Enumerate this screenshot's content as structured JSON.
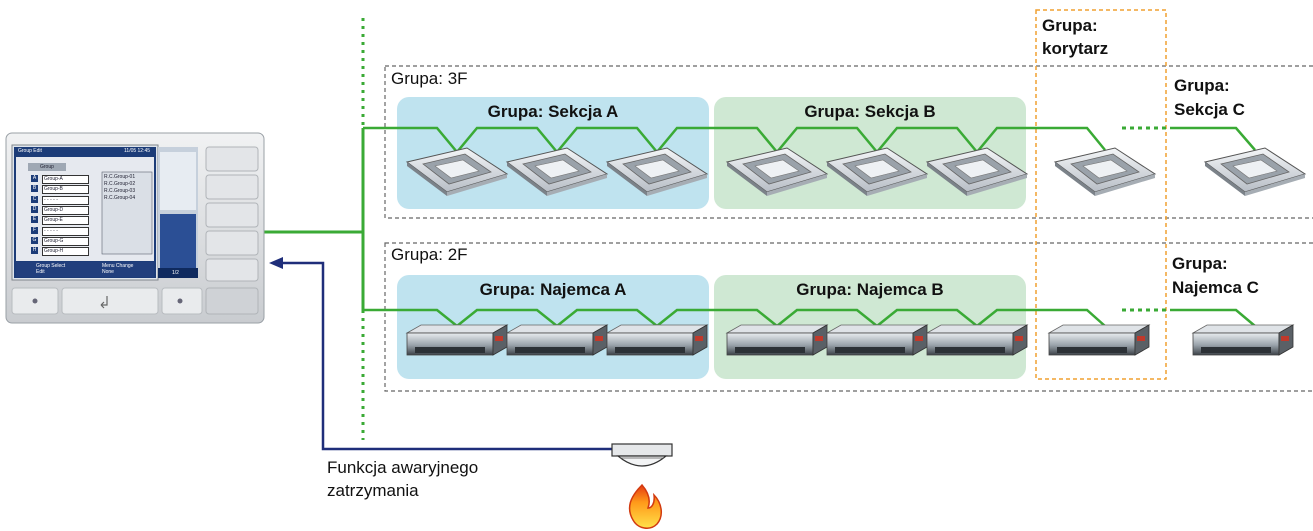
{
  "floors": [
    {
      "label": "Grupa: 3F"
    },
    {
      "label": "Grupa: 2F"
    }
  ],
  "groups": {
    "sekcja_a": "Grupa: Sekcja A",
    "sekcja_b": "Grupa: Sekcja B",
    "sekcja_c": [
      "Grupa:",
      "Sekcja C"
    ],
    "najemca_a": "Grupa: Najemca A",
    "najemca_b": "Grupa: Najemca B",
    "najemca_c": [
      "Grupa:",
      "Najemca C"
    ],
    "korytarz": [
      "Grupa:",
      "korytarz"
    ]
  },
  "emergency_label": [
    "Funkcja awaryjnego",
    "zatrzymania"
  ],
  "controller_screen": {
    "title": "Group Edit",
    "datetime": "11/05 12:45",
    "header": "Group",
    "rows": [
      {
        "key": "A",
        "name": "Group-A"
      },
      {
        "key": "B",
        "name": "Group-B"
      },
      {
        "key": "C",
        "name": "- - - - -"
      },
      {
        "key": "D",
        "name": "Group-D"
      },
      {
        "key": "E",
        "name": "Group-E"
      },
      {
        "key": "F",
        "name": "- - - - -"
      },
      {
        "key": "G",
        "name": "Group-G"
      },
      {
        "key": "H",
        "name": "Group-H"
      }
    ],
    "units": [
      "R.C.Group-01",
      "R.C.Group-02",
      "R.C.Group-03",
      "R.C.Group-04"
    ],
    "footer": [
      "Group Select",
      "Menu Change",
      "Edit",
      "None"
    ],
    "page": "1/2"
  },
  "colors": {
    "line_green": "#3aaa35",
    "signal_blue": "#1f2e7a",
    "zone_blue": "#bfe3ef",
    "zone_green": "#cfe8d3",
    "corridor_orange": "#f0a030",
    "dash_grey": "#666666"
  }
}
